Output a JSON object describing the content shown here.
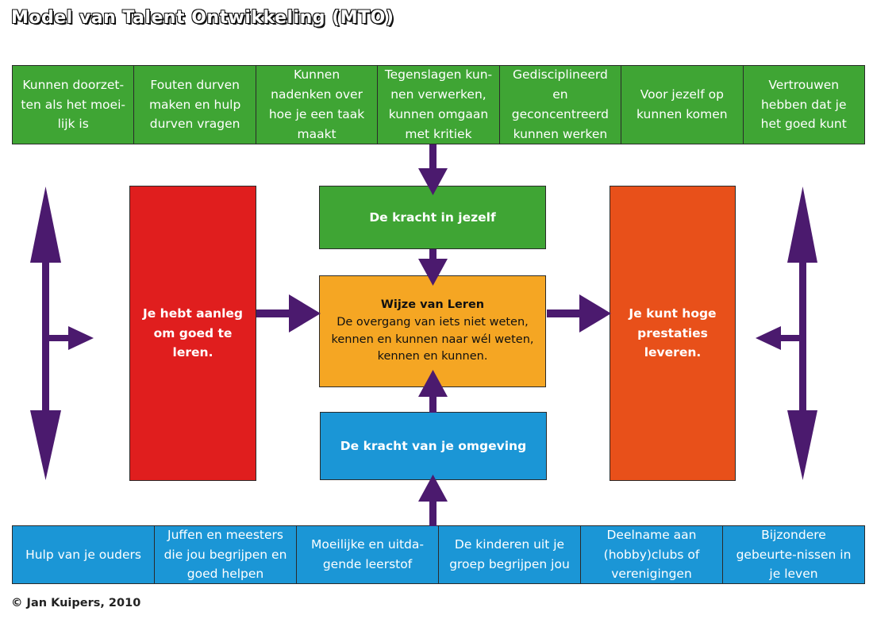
{
  "title": "Model van Talent Ontwikkeling (MTO)",
  "top_row": [
    "Kunnen doorzet-ten als het moei-lijk is",
    "Fouten durven maken en hulp durven vragen",
    "Kunnen nadenken over hoe je een taak maakt",
    "Tegenslagen kun-nen verwerken, kunnen omgaan met kritiek",
    "Gedisciplineerd en geconcentreerd kunnen werken",
    "Voor jezelf op kunnen komen",
    "Vertrouwen hebben dat je het goed kunt"
  ],
  "box_top": "De kracht in jezelf",
  "box_center": {
    "heading": "Wijze van Leren",
    "body": "De overgang van iets niet weten, kennen en kunnen naar wél weten, kennen en kunnen."
  },
  "box_bottom": "De kracht van je omgeving",
  "box_left": "Je hebt aanleg om goed te leren.",
  "box_right": "Je kunt hoge prestaties leveren.",
  "bottom_row": [
    "Hulp van je ouders",
    "Juffen en meesters die jou begrijpen en goed helpen",
    "Moeilijke en uitda-gende leerstof",
    "De kinderen uit je groep begrijpen jou",
    "Deelname aan (hobby)clubs of verenigingen",
    "Bijzondere gebeurte-nissen in je leven"
  ],
  "copyright": "© Jan Kuipers, 2010",
  "colors": {
    "green": "#3fa534",
    "blue": "#1b96d6",
    "orange": "#f5a623",
    "red": "#e01e1e",
    "red_orange": "#e8501a",
    "arrow": "#4b1a6e"
  }
}
